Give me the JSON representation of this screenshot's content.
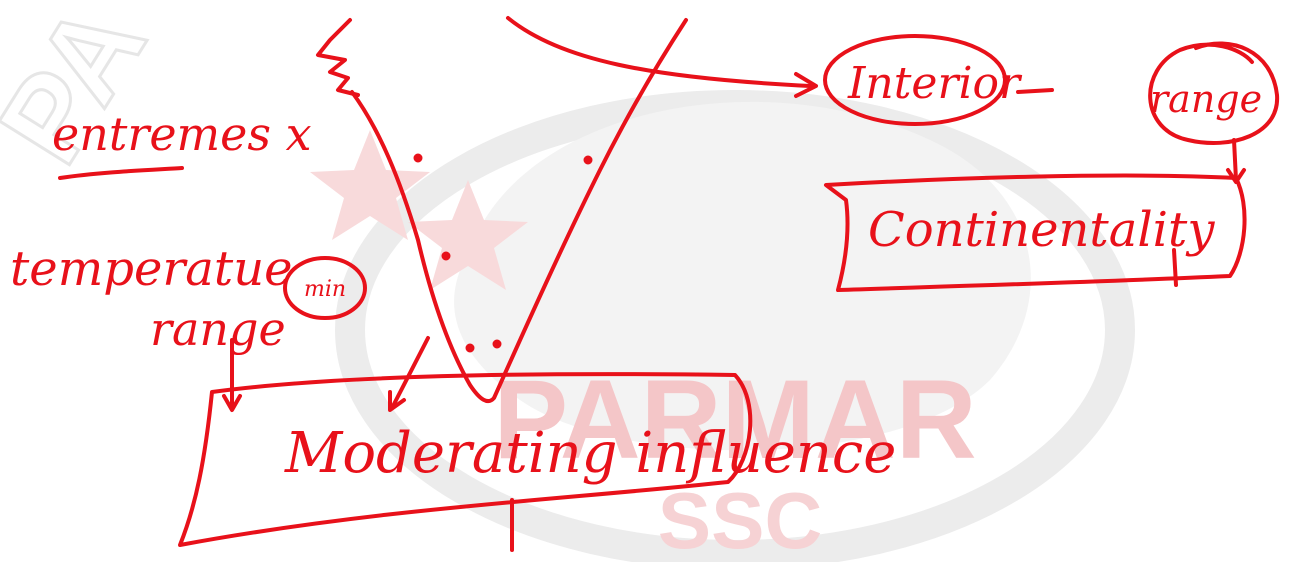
{
  "colors": {
    "ink": "#e8111a",
    "watermark_text": "#f4c3c5",
    "watermark_shape": "#efefef",
    "watermark_star": "#f7d6d7",
    "background": "#ffffff"
  },
  "watermark": {
    "brand": "PARMAR",
    "sub": "SSC",
    "corner": "PA"
  },
  "notes": {
    "extremes": "entremes x",
    "temperature": "temperatue",
    "range_left": "range",
    "min_circle": "min",
    "moderating": "Moderating influence",
    "interior": "Interior",
    "range_right": "range",
    "continentality": "Continentality"
  }
}
